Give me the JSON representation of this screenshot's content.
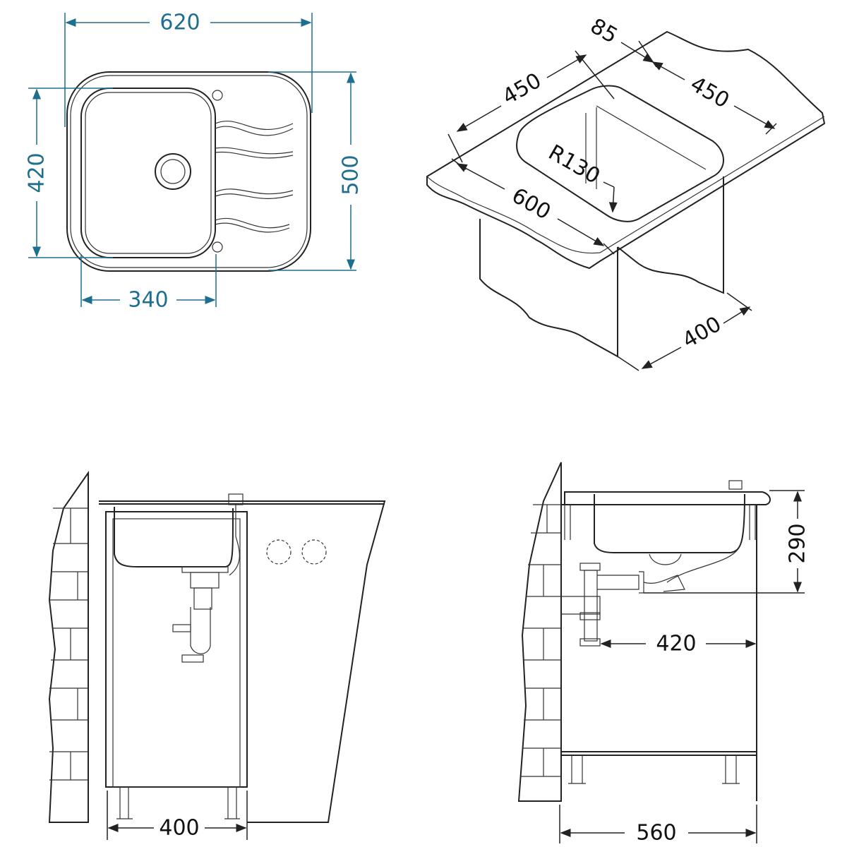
{
  "top_view": {
    "width_label": "620",
    "bowl_depth_label": "420",
    "depth_label": "500",
    "bowl_width_label": "340",
    "dimension_color": "#1e6f8f"
  },
  "isometric_view": {
    "rim_label": "85",
    "cutout_left_label": "450",
    "cutout_right_label": "450",
    "radius_label": "R130",
    "cabinet_width_label": "600",
    "cabinet_depth_label": "400"
  },
  "front_view": {
    "cabinet_width_label": "400"
  },
  "side_view": {
    "height_label": "290",
    "drain_offset_label": "420",
    "cabinet_depth_label": "560"
  }
}
